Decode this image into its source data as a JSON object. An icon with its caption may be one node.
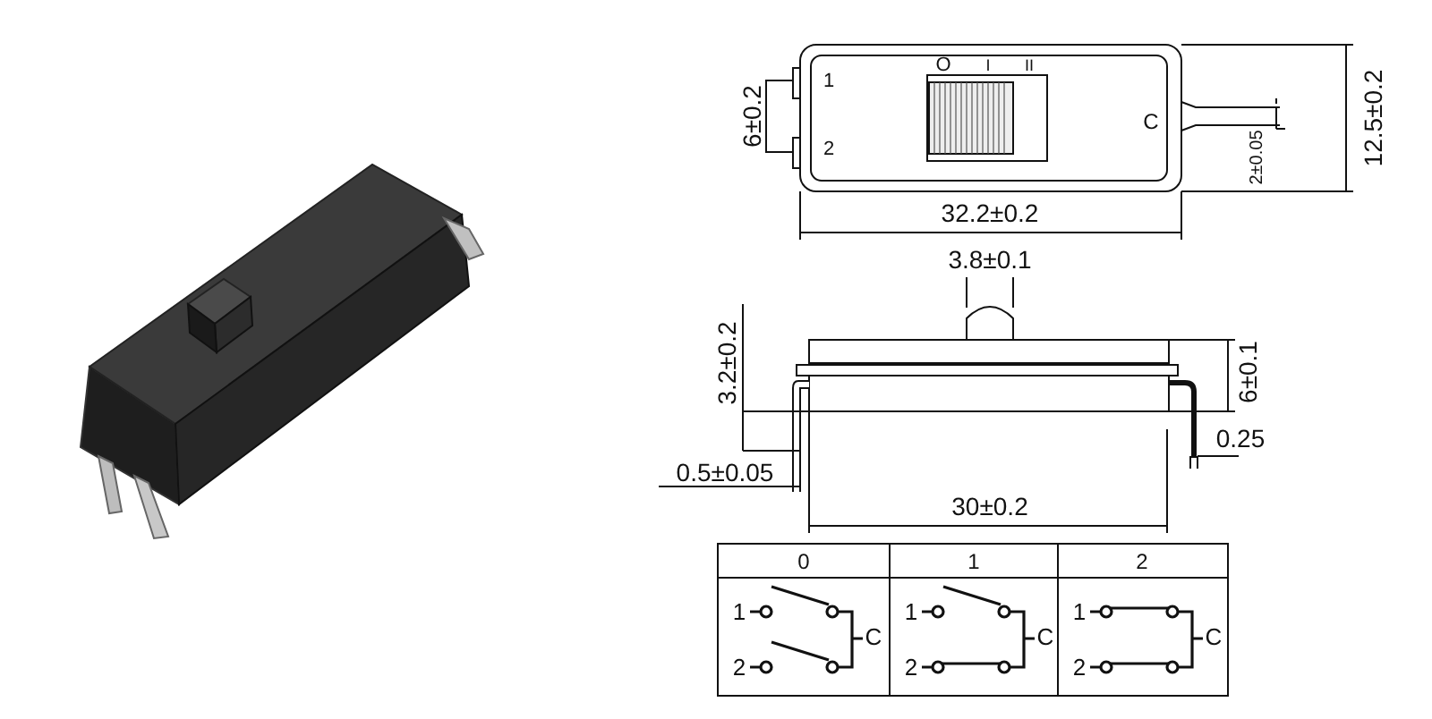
{
  "diagram": {
    "labels": [
      "O",
      "I",
      "II",
      "6±0.2",
      "1",
      "2",
      "C",
      "12.5±0.2",
      "2±0.05",
      "32.2±0.2",
      "3.8±0.1",
      "3.2±0.2",
      "6±0.1",
      "0.25",
      "0.5±0.05",
      "30±0.2",
      "0",
      "1",
      "2",
      "1",
      "C",
      "2",
      "1",
      "C",
      "2",
      "1",
      "C",
      "2"
    ]
  }
}
